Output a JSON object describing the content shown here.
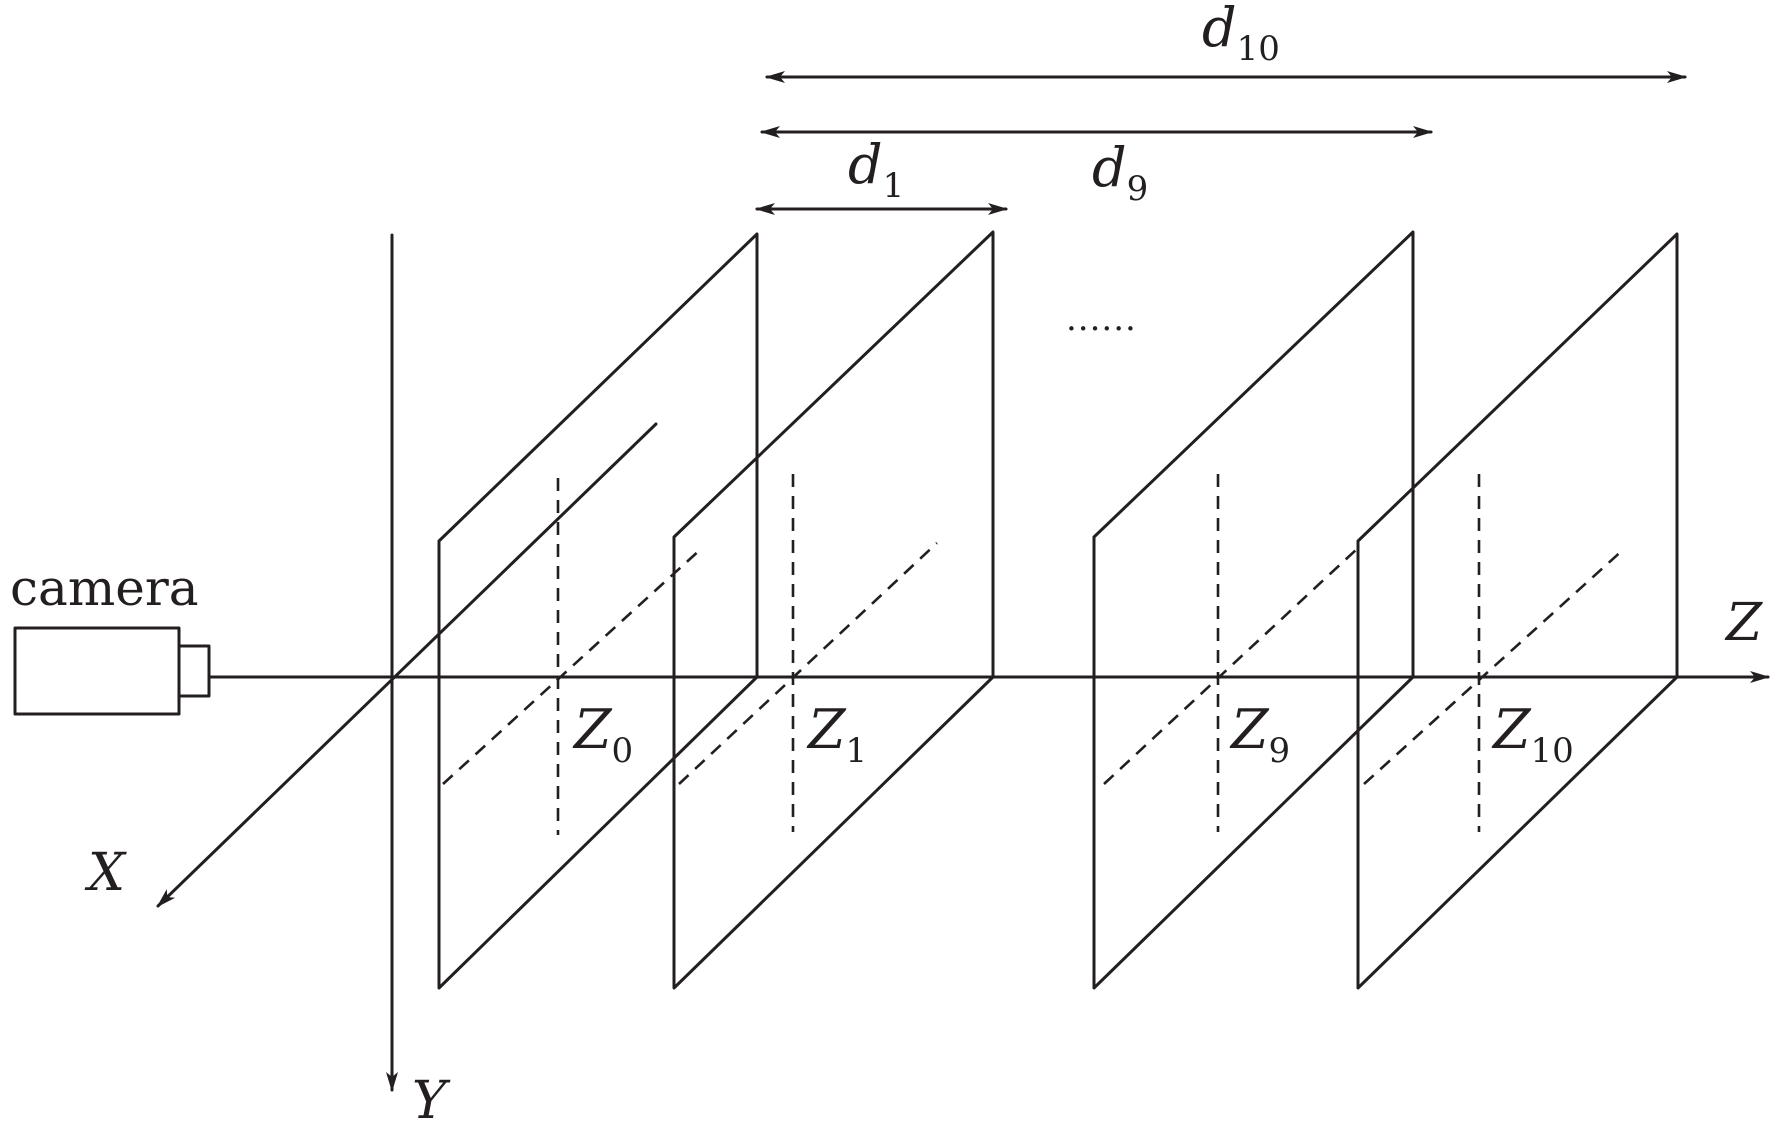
{
  "camera_label": "camera",
  "axes": {
    "x": "X",
    "y": "Y",
    "z": "Z"
  },
  "planes": [
    {
      "label": "Z",
      "sub": "0"
    },
    {
      "label": "Z",
      "sub": "1"
    },
    {
      "label": "Z",
      "sub": "9"
    },
    {
      "label": "Z",
      "sub": "10"
    }
  ],
  "distances": [
    {
      "label": "d",
      "sub": "1"
    },
    {
      "label": "d",
      "sub": "9"
    },
    {
      "label": "d",
      "sub": "10"
    }
  ],
  "ellipsis": "......"
}
